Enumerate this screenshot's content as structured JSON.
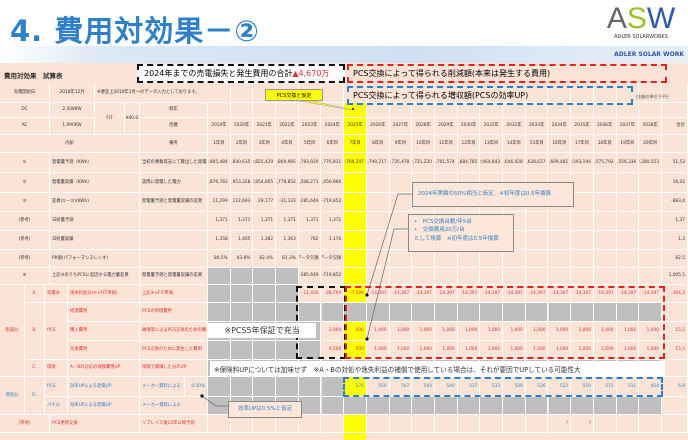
{
  "title": "4. 費用対効果－②",
  "logo": {
    "text": "ASW",
    "sub": "ADLER SOLARWORKS",
    "banner": "ADLER SOLAR WORK"
  },
  "sheet_title": "費用対効果　試算表",
  "unit_note": "(金額の単位:千円)",
  "callouts": {
    "loss_prefix": "2024年までの売電損失と発生費用の合計",
    "loss_value": "▲4,670万",
    "reduction": "PCS交換によって得られる削減額(本来は発生する費用)",
    "increase": "PCS交換によって得られる増収額(PCSの効率UP)",
    "pcs_assume": "PCS交換と仮定",
    "info1": "2024年実績の50%相当と仮定、※初年度は0.5年換算",
    "info2_items": [
      "PCS交換台数/年5台",
      "交換費用20万/台"
    ],
    "info2_tail": "として換算　※初年度は0.5年換算",
    "warranty": "※PCS5年保証で充当",
    "insurance": "※保険料UPについては加味せず　※A・Bの対処や逸失利益の補償で使用している場合は、それが要因でUPしている可能性大",
    "efficiency": "効率UPは0.5%と仮定"
  },
  "rows": [
    {
      "left": [
        "売電開始日",
        "2018年12月",
        "※便宜上2019年1月～のデータ入力としております。"
      ],
      "values": [
        "",
        "",
        "",
        "",
        "",
        "",
        "",
        "",
        "",
        "",
        "",
        "",
        "",
        "",
        "",
        "",
        "",
        "",
        "",
        ""
      ],
      "total": ""
    },
    {
      "left": [
        "DC",
        "2,508KW",
        "FIT",
        "¥40.0",
        "経年"
      ],
      "values": [
        "",
        "",
        "",
        "",
        "",
        "",
        "",
        "",
        "",
        "",
        "",
        "",
        "",
        "",
        "",
        "",
        "",
        "",
        "",
        ""
      ],
      "total": ""
    },
    {
      "left": [
        "AC",
        "1,990KW",
        "西暦"
      ],
      "values": [
        "2019年",
        "2020年",
        "2021年",
        "2022年",
        "2023年",
        "2024年",
        "2025年",
        "2026年",
        "2027年",
        "2028年",
        "2029年",
        "2030年",
        "2031年",
        "2032年",
        "2033年",
        "2034年",
        "2035年",
        "2036年",
        "2037年",
        "2038年"
      ],
      "total": "合計"
    },
    {
      "left": [
        "内訳",
        "備考"
      ],
      "values": [
        "1年目",
        "2年目",
        "3年目",
        "4年目",
        "5年目",
        "6年目",
        "7年目",
        "8年目",
        "9年目",
        "10年目",
        "11年目",
        "12年目",
        "13年目",
        "14年目",
        "15年目",
        "16年目",
        "17年目",
        "18年目",
        "19年目",
        "20年目"
      ],
      "total": ""
    },
    {
      "left": [
        "①",
        "発電量予測（KWh）",
        "当初の事業収支にて算出した発電量予測"
      ],
      "values": [
        "2,865,484",
        "2,840,635",
        "2,825,429",
        "2,809,985",
        "2,793,920",
        "2,776,811",
        "2,760,347",
        "2,749,217",
        "2,735,478",
        "2,721,220",
        "2,701,574",
        "2,684,785",
        "2,664,843",
        "2,646,028",
        "2,628,637",
        "2,609,481",
        "2,593,194",
        "2,575,792",
        "2,556,336",
        "2,280,553"
      ],
      "total": "51,53"
    },
    {
      "left": [
        "②",
        "発電量実績（KWh）",
        "実際に発電した電力"
      ],
      "values": [
        "2,876,783",
        "2,953,328",
        "2,854,605",
        "2,778,852",
        "2,508,271",
        "2,056,960",
        "",
        "",
        "",
        "",
        "",
        "",
        "",
        "",
        "",
        "",
        "",
        "",
        "",
        ""
      ],
      "total": "16,02"
    },
    {
      "left": [
        "③",
        "差異(①－②)(KWh)",
        "発電量予測と発電量実績の差異"
      ],
      "values": [
        "11,299",
        "112,693",
        "29,177",
        "-31,133",
        "-285,649",
        "-719,852",
        "",
        "",
        "",
        "",
        "",
        "",
        "",
        "",
        "",
        "",
        "",
        "",
        "",
        ""
      ],
      "total": "-883,4"
    },
    {
      "left": [
        "(参考)",
        "日射量予測",
        ""
      ],
      "values": [
        "1,371",
        "1,371",
        "1,371",
        "1,371",
        "1,371",
        "1,371",
        "",
        "",
        "",
        "",
        "",
        "",
        "",
        "",
        "",
        "",
        "",
        "",
        "",
        ""
      ],
      "total": "1,37"
    },
    {
      "left": [
        "(参考)",
        "日射量実績",
        ""
      ],
      "values": [
        "1,358",
        "1,405",
        "1,382",
        "1,363",
        "782",
        "1,176",
        "",
        "",
        "",
        "",
        "",
        "",
        "",
        "",
        "",
        "",
        "",
        "",
        "",
        ""
      ],
      "total": "1,3"
    },
    {
      "left": [
        "(参考)",
        "PR値(パフォーマンスレシオ)",
        ""
      ],
      "values": [
        "84.5%",
        "83.8%",
        "82.4%",
        "81.3%",
        "データ欠損",
        "データ欠損",
        "",
        "",
        "",
        "",
        "",
        "",
        "",
        "",
        "",
        "",
        "",
        "",
        "",
        ""
      ],
      "total": "82.5"
    },
    {
      "left": [
        "④",
        "上記③のうちPCSに起因する電力量差異",
        "発電量予測と発電量実績の差異"
      ],
      "values": [
        "",
        "",
        "",
        "",
        "-285,649",
        "-719,852",
        "",
        "",
        "",
        "",
        "",
        "",
        "",
        "",
        "",
        "",
        "",
        "",
        "",
        ""
      ],
      "total": "1,005,5",
      "grey": [
        0,
        3
      ]
    },
    {
      "left": [
        "削減分",
        "A.",
        "売電分",
        "逸失利益分(④×FIT単価)",
        "上記④×FIT単価"
      ],
      "values": [
        "",
        "",
        "",
        "",
        "-11,426",
        "-28,794",
        "-7,199",
        "-14,397",
        "-14,397",
        "-14,397",
        "-14,397",
        "-14,397",
        "-14,397",
        "-14,397",
        "-14,397",
        "-14,397",
        "-14,397",
        "-14,397",
        "-14,397",
        "-14,397"
      ],
      "total": "-194,3",
      "grey": [
        0,
        3
      ],
      "tone": "red"
    },
    {
      "left": [
        "B.",
        "PCS",
        "修理費用",
        "PCSの修理費用"
      ],
      "values": [
        "",
        "",
        "",
        "",
        "",
        "",
        "",
        "",
        "",
        "",
        "",
        "",
        "",
        "",
        "",
        "",
        "",
        "",
        "",
        ""
      ],
      "total": "",
      "grey": [
        0,
        19
      ],
      "tone": "red"
    },
    {
      "left": [
        "購入費用",
        "故障等によるPCS交換のための購入"
      ],
      "values": [
        "",
        "",
        "",
        "",
        "",
        "2,000",
        "500",
        "1,000",
        "1,000",
        "1,000",
        "1,000",
        "1,000",
        "1,000",
        "1,000",
        "1,000",
        "1,000",
        "1,000",
        "1,000",
        "1,000",
        "1,000"
      ],
      "total": "15,5",
      "grey": [
        0,
        4
      ],
      "tone": "red"
    },
    {
      "left": [
        "交換費用",
        "PCS交換のために発生した費用"
      ],
      "values": [
        "",
        "",
        "",
        "",
        "",
        "4,500",
        "500",
        "1,000",
        "1,000",
        "1,000",
        "1,000",
        "1,000",
        "1,000",
        "1,000",
        "1,000",
        "1,000",
        "1,000",
        "1,000",
        "1,000",
        "1,000"
      ],
      "total": "15,5",
      "grey": [
        0,
        4
      ],
      "tone": "red"
    },
    {
      "left": [
        "C.",
        "保険",
        "A・Bの対応の保険費用UP",
        "保険で補填した分のUP"
      ],
      "values": [
        "",
        "",
        "",
        "",
        "",
        "",
        "",
        "",
        "",
        "",
        "",
        "",
        "",
        "",
        "",
        "",
        "",
        "",
        "",
        ""
      ],
      "total": "",
      "grey": [
        0,
        19
      ],
      "tone": "red"
    },
    {
      "left": [
        "増収分",
        "D.",
        "PCS",
        "効率UPによる発電UP",
        "メーカー資料による",
        "0.50%"
      ],
      "values": [
        "",
        "",
        "",
        "",
        "",
        "",
        "276",
        "550",
        "547",
        "544",
        "540",
        "537",
        "533",
        "529",
        "526",
        "522",
        "519",
        "515",
        "511",
        "454"
      ],
      "total": "6,6",
      "grey": [
        0,
        5
      ],
      "tone": "blue"
    },
    {
      "left": [
        "パネル",
        "効率UPによる発電UP",
        "メーカー資料による"
      ],
      "values": [
        "",
        "",
        "",
        "",
        "",
        "",
        "",
        "",
        "",
        "",
        "",
        "",
        "",
        "",
        "",
        "",
        "",
        "",
        "",
        ""
      ],
      "total": "",
      "grey": [
        0,
        19
      ],
      "tone": "blue"
    },
    {
      "left": [
        "(参考)",
        "PCS更新交換",
        "リプレイス後10年以降予測"
      ],
      "values": [
        "",
        "",
        "",
        "",
        "",
        "",
        "",
        "",
        "",
        "",
        "",
        "",
        "",
        "",
        "",
        "?",
        "?",
        "",
        "",
        ""
      ],
      "total": "",
      "tone": "red"
    }
  ]
}
